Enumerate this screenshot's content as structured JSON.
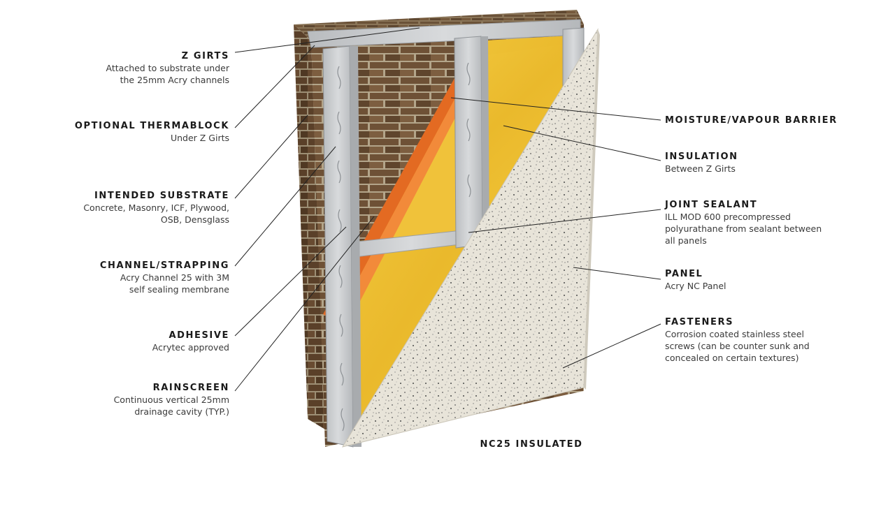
{
  "diagram_title": "NC25 INSULATED",
  "colors": {
    "brick": "#7a5a3e",
    "mortar": "#b8ab92",
    "steel": "#c9cbcd",
    "insulation": "#f2c332",
    "membrane": "#e56b24",
    "panel": "#e6e2d6",
    "leader": "#222222"
  },
  "labels": {
    "z_girts": {
      "title": "Z GIRTS",
      "desc": "Attached to substrate under\nthe 25mm Acry channels"
    },
    "thermablock": {
      "title": "OPTIONAL THERMABLOCK",
      "desc": "Under Z Girts"
    },
    "substrate": {
      "title": "INTENDED SUBSTRATE",
      "desc": "Concrete, Masonry, ICF, Plywood,\nOSB, Densglass"
    },
    "channel": {
      "title": "CHANNEL/STRAPPING",
      "desc": "Acry Channel 25 with 3M\nself sealing membrane"
    },
    "adhesive": {
      "title": "ADHESIVE",
      "desc": "Acrytec approved"
    },
    "rainscreen": {
      "title": "RAINSCREEN",
      "desc": "Continuous vertical 25mm\ndrainage cavity (TYP.)"
    },
    "moisture": {
      "title": "MOISTURE/VAPOUR BARRIER",
      "desc": ""
    },
    "insulation": {
      "title": "INSULATION",
      "desc": "Between Z Girts"
    },
    "joint_sealant": {
      "title": "JOINT SEALANT",
      "desc": "ILL MOD 600 precompressed\npolyurathane from sealant between\nall panels"
    },
    "panel": {
      "title": "PANEL",
      "desc": "Acry NC Panel"
    },
    "fasteners": {
      "title": "FASTENERS",
      "desc": "Corrosion coated stainless steel\nscrews (can be counter sunk and\nconcealed on certain textures)"
    }
  }
}
